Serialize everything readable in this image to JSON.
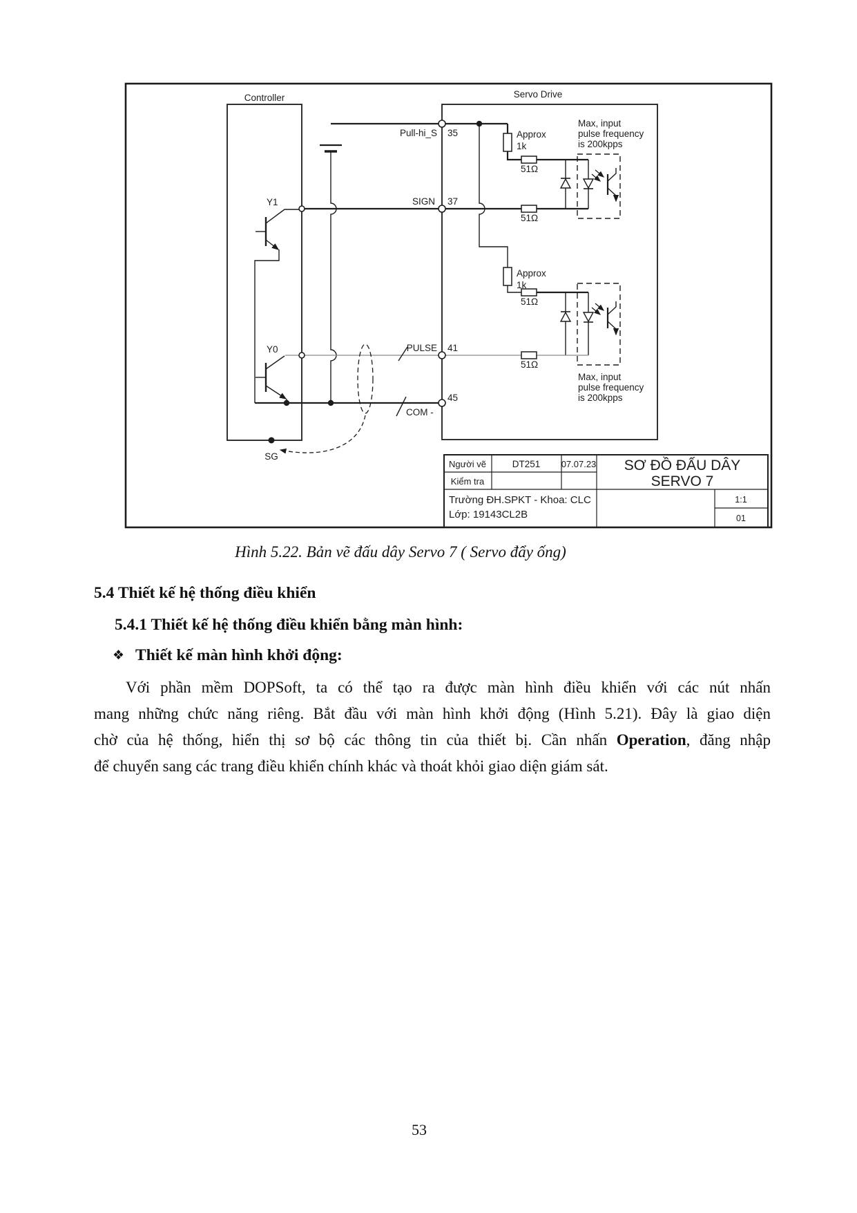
{
  "figure": {
    "controller_label": "Controller",
    "servo_label": "Servo Drive",
    "transistor_y1": "Y1",
    "transistor_y0": "Y0",
    "sg_label": "SG",
    "pin35": {
      "label": "Pull-hi_S",
      "num": "35"
    },
    "pin37": {
      "label": "SIGN",
      "num": "37"
    },
    "pin41": {
      "label": "PULSE",
      "num": "41"
    },
    "pin45": {
      "label": "COM -",
      "num": "45"
    },
    "resistor_approx": {
      "line1": "Approx",
      "line2": "1k"
    },
    "resistor_51": "51Ω",
    "max_note": {
      "line1": "Max, input",
      "line2": "pulse frequency",
      "line3": "is 200kpps"
    },
    "title_block": {
      "drawn_by_label": "Người vẽ",
      "drawn_by_value": "DT251",
      "date": "07.07.23",
      "checked_label": "Kiểm tra",
      "school_line1": "Trường ĐH.SPKT - Khoa: CLC",
      "school_line2": "Lớp: 19143CL2B",
      "title_line1": "SƠ ĐỒ ĐẤU DÂY",
      "title_line2": "SERVO 7",
      "scale": "1:1",
      "sheet": "01"
    }
  },
  "caption": "Hình 5.22. Bản vẽ đấu dây Servo 7 ( Servo đẩy ống)",
  "sections": {
    "heading_54": "5.4 Thiết kế hệ thống điều khiển",
    "heading_541": "5.4.1 Thiết kế hệ thống điều khiển bằng màn hình:",
    "bullet_symbol": "❖",
    "bullet_label": "Thiết kế màn hình khởi động:"
  },
  "paragraph": {
    "line1": "Với phần mềm DOPSoft, ta có thể tạo ra được màn hình điều khiển với các nút nhấn",
    "line2": "mang những chức năng riêng. Bắt đầu với màn hình khởi động (Hình 5.21). Đây là giao diện",
    "line3_pre": "chờ của hệ thống, hiển thị sơ bộ các thông tin của thiết bị. Cần nhấn ",
    "line3_bold": "Operation",
    "line3_post": ", đăng nhập",
    "line4": "để chuyển sang các trang điều khiển chính khác và thoát khỏi giao diện giám sát."
  },
  "page_number": "53"
}
